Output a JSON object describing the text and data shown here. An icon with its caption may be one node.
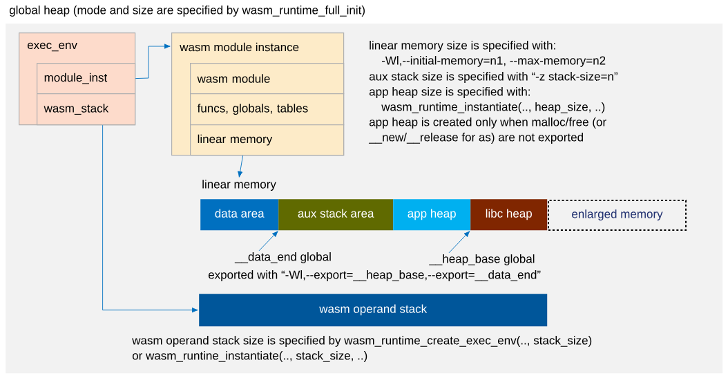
{
  "diagram": {
    "nodes": [
      {
        "text": [
          "global heap (mode and size are specified by wasm_runtime_full_init)"
        ]
      },
      {
        "text": [
          "exec_env"
        ],
        "in": 0
      },
      {
        "text": [
          "module_inst"
        ],
        "in": 1
      },
      {
        "text": [
          "wasm_stack"
        ],
        "in": 1
      },
      {
        "text": [
          "wasm module instance"
        ],
        "in": 0
      },
      {
        "text": [
          "wasm module"
        ],
        "in": 4
      },
      {
        "text": [
          "funcs, globals, tables"
        ],
        "in": 4
      },
      {
        "text": [
          "linear memory"
        ],
        "in": 4
      },
      {
        "text": [
          "linear memory"
        ],
        "in": 0
      },
      {
        "text": [
          "data area"
        ],
        "in": 0
      },
      {
        "text": [
          "aux stack area"
        ],
        "in": 0
      },
      {
        "text": [
          "app heap"
        ],
        "in": 0
      },
      {
        "text": [
          "libc heap"
        ],
        "in": 0
      },
      {
        "text": [
          "enlarged memory"
        ],
        "in": 0
      },
      {
        "text": [
          "__data_end global"
        ],
        "in": 0
      },
      {
        "text": [
          "__heap_base global"
        ],
        "in": 0
      },
      {
        "text": [
          "wasm operand stack"
        ],
        "in": 0,
        "beside": [
          "wasm operand stack size is specified by wasm_runtime_create_exec_env(.., stack_size)",
          "or wasm_runtine_instantiate(.., stack_size, ..)"
        ]
      }
    ],
    "edges": [
      {
        "from": 2,
        "to": 4,
        "arrow": "to"
      },
      {
        "from": 3,
        "to": 16,
        "arrow": "to"
      },
      {
        "from": 7,
        "to": 8,
        "arrow": "to"
      },
      {
        "from": 14,
        "to": 9,
        "arrow": "to"
      },
      {
        "from": 15,
        "to": 12,
        "arrow": "to"
      }
    ],
    "labels": [
      "linear memory size is specified with:",
      "-Wl,--initial-memory=n1, --max-memory=n2",
      "aux stack size is specified with “-z stack-size=n”",
      "app heap size is specified with:",
      "wasm_runtime_instantiate(.., heap_size, ..)",
      "app heap is created only when malloc/free (or",
      "__new/__release for as) are not exported",
      "exported with “-Wl,--export=__heap_base,--export=__data_end”"
    ]
  }
}
